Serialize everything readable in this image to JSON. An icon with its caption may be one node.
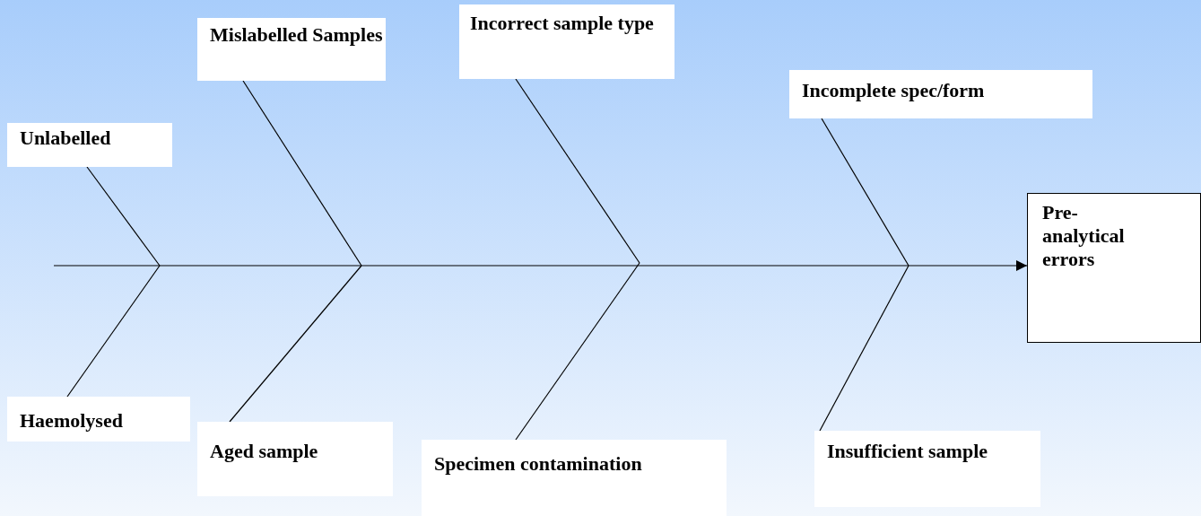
{
  "diagram": {
    "nodes": [
      {
        "text": [
          "Unlabelled"
        ]
      },
      {
        "text": [
          "Mislabelled Samples"
        ]
      },
      {
        "text": [
          "Incorrect sample type"
        ]
      },
      {
        "text": [
          "Incomplete spec/form"
        ]
      },
      {
        "text": [
          "Pre-analytical errors"
        ]
      },
      {
        "text": [
          "Haemolysed"
        ]
      },
      {
        "text": [
          "Aged sample"
        ]
      },
      {
        "text": [
          "Specimen contamination"
        ]
      },
      {
        "text": [
          "Insufficient sample"
        ]
      }
    ],
    "edges": [
      {
        "from": null,
        "to": 4,
        "arrow": "to"
      },
      {
        "from": 0,
        "to": null,
        "arrow": "none"
      },
      {
        "from": 1,
        "to": null,
        "arrow": "none"
      },
      {
        "from": 2,
        "to": null,
        "arrow": "none"
      },
      {
        "from": 3,
        "to": null,
        "arrow": "none"
      },
      {
        "from": 5,
        "to": null,
        "arrow": "none"
      },
      {
        "from": 6,
        "to": null,
        "arrow": "none"
      },
      {
        "from": 7,
        "to": null,
        "arrow": "none"
      },
      {
        "from": 8,
        "to": null,
        "arrow": "none"
      }
    ]
  }
}
